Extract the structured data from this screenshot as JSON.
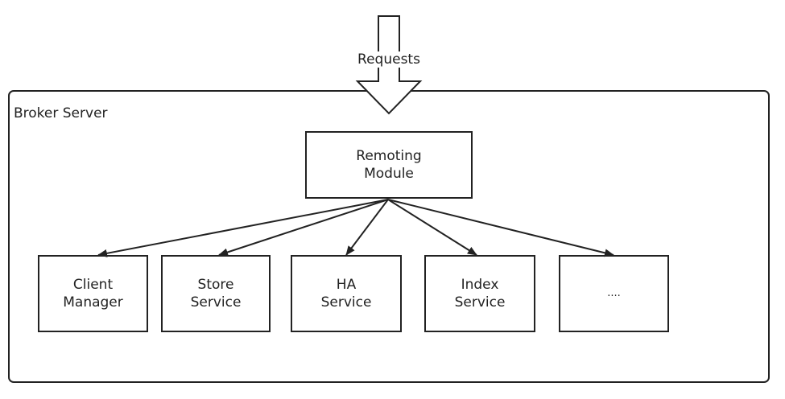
{
  "diagram": {
    "request_label": "Requests",
    "container_label": "Broker Server",
    "root": {
      "line1": "Remoting",
      "line2": "Module"
    },
    "children": [
      {
        "line1": "Client",
        "line2": "Manager"
      },
      {
        "line1": "Store",
        "line2": "Service"
      },
      {
        "line1": "HA",
        "line2": "Service"
      },
      {
        "line1": "Index",
        "line2": "Service"
      },
      {
        "line1": "....",
        "line2": ""
      }
    ]
  }
}
